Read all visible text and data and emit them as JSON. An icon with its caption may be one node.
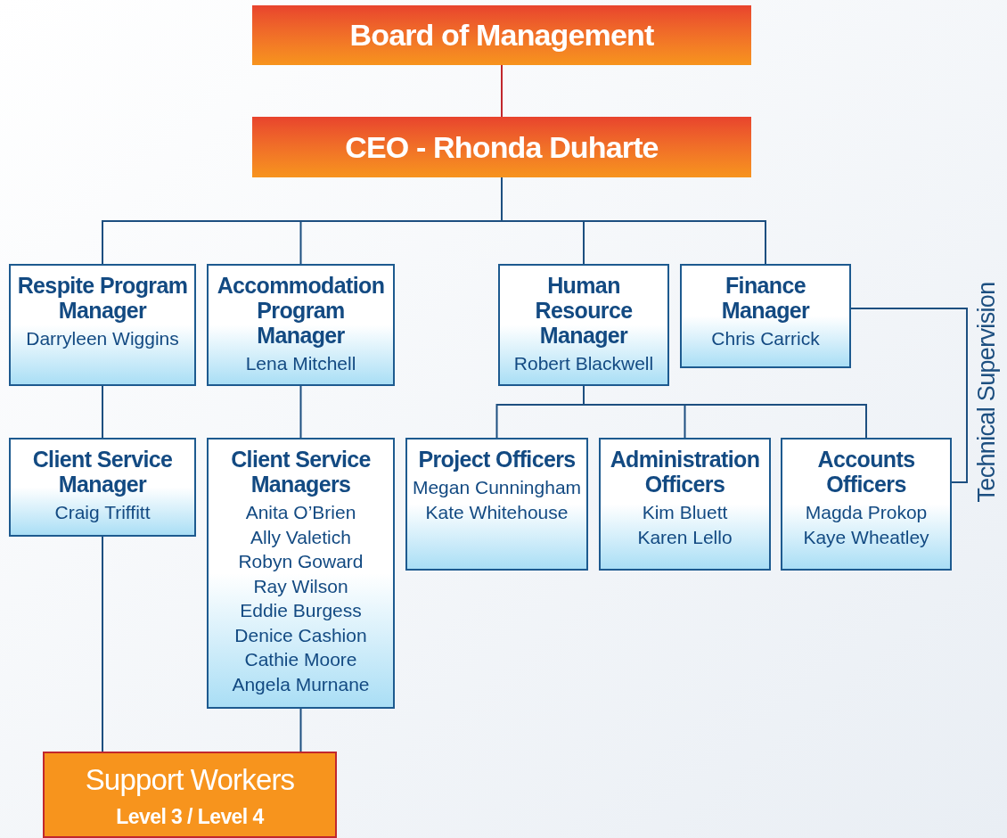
{
  "diagram": {
    "nodes": [
      {
        "text": [
          "Board of Management"
        ]
      },
      {
        "text": [
          "CEO - Rhonda Duharte"
        ]
      },
      {
        "text": [
          "Respite Program Manager",
          "Darryleen Wiggins"
        ]
      },
      {
        "text": [
          "Accommodation Program Manager",
          "Lena Mitchell"
        ]
      },
      {
        "text": [
          "Human Resource Manager",
          "Robert Blackwell"
        ]
      },
      {
        "text": [
          "Finance Manager",
          "Chris Carrick"
        ]
      },
      {
        "text": [
          "Client Service Manager",
          "Craig Triffitt"
        ]
      },
      {
        "text": [
          "Client Service Managers",
          "Anita O’Brien",
          "Ally Valetich",
          "Robyn Goward",
          "Ray Wilson",
          "Eddie Burgess",
          "Denice Cashion",
          "Cathie Moore",
          "Angela Murnane"
        ]
      },
      {
        "text": [
          "Project Officers",
          "Megan Cunningham",
          "Kate Whitehouse"
        ]
      },
      {
        "text": [
          "Administration Officers",
          "Kim Bluett",
          "Karen Lello"
        ]
      },
      {
        "text": [
          "Accounts Officers",
          "Magda Prokop",
          "Kaye Wheatley"
        ]
      },
      {
        "text": [
          "Support Workers",
          "Level 3 / Level 4"
        ]
      }
    ],
    "edges": [
      {
        "from": 0,
        "to": 1,
        "arrow": "none",
        "color": "#c1272d"
      },
      {
        "from": 1,
        "to": 2,
        "arrow": "none"
      },
      {
        "from": 1,
        "to": 3,
        "arrow": "none"
      },
      {
        "from": 1,
        "to": 4,
        "arrow": "none"
      },
      {
        "from": 1,
        "to": 5,
        "arrow": "none"
      },
      {
        "from": 2,
        "to": 6,
        "arrow": "none"
      },
      {
        "from": 3,
        "to": 7,
        "arrow": "none"
      },
      {
        "from": 4,
        "to": 8,
        "arrow": "none"
      },
      {
        "from": 4,
        "to": 9,
        "arrow": "none"
      },
      {
        "from": 4,
        "to": 10,
        "arrow": "none"
      },
      {
        "from": 6,
        "to": 11,
        "arrow": "none"
      },
      {
        "from": 7,
        "to": 11,
        "arrow": "none"
      },
      {
        "from": 5,
        "to": 10,
        "arrow": "none",
        "label": "Technical Supervision"
      }
    ]
  }
}
